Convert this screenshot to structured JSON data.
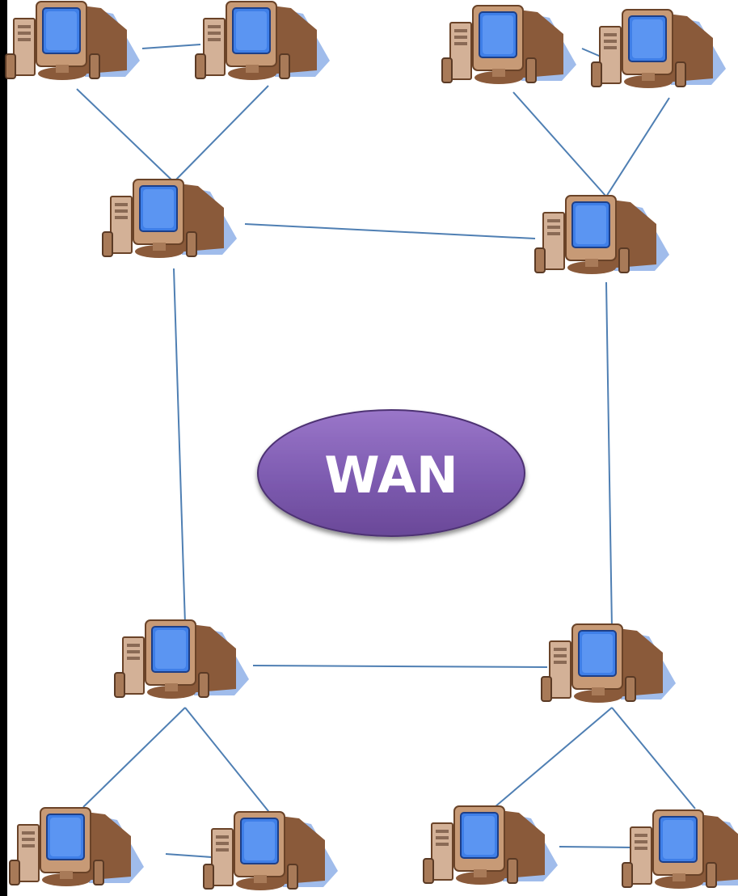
{
  "diagram": {
    "center_label": "WAN",
    "colors": {
      "link": "#4f7fb3",
      "wan_fill_top": "#9a76c9",
      "wan_fill_bottom": "#6a4898",
      "wan_text": "#ffffff",
      "monitor_body": "#a87a58",
      "screen": "#3f7fe8",
      "shadow": "#8fb0e8",
      "border": "#000000"
    },
    "nodes": [
      {
        "id": "c1",
        "icon": "desktop-computer-icon"
      },
      {
        "id": "c2",
        "icon": "desktop-computer-icon"
      },
      {
        "id": "c3",
        "icon": "desktop-computer-icon"
      },
      {
        "id": "c4",
        "icon": "desktop-computer-icon"
      },
      {
        "id": "c5",
        "icon": "desktop-computer-icon"
      },
      {
        "id": "c6",
        "icon": "desktop-computer-icon"
      },
      {
        "id": "c7",
        "icon": "desktop-computer-icon"
      },
      {
        "id": "c8",
        "icon": "desktop-computer-icon"
      },
      {
        "id": "c9",
        "icon": "desktop-computer-icon"
      },
      {
        "id": "c10",
        "icon": "desktop-computer-icon"
      },
      {
        "id": "c11",
        "icon": "desktop-computer-icon"
      },
      {
        "id": "c12",
        "icon": "desktop-computer-icon"
      }
    ],
    "links": [
      {
        "from": "c1",
        "to": "c2"
      },
      {
        "from": "c1",
        "to": "c3"
      },
      {
        "from": "c2",
        "to": "c3"
      },
      {
        "from": "c4",
        "to": "c5"
      },
      {
        "from": "c4",
        "to": "c6"
      },
      {
        "from": "c5",
        "to": "c6"
      },
      {
        "from": "c3",
        "to": "c6"
      },
      {
        "from": "c3",
        "to": "c7"
      },
      {
        "from": "c6",
        "to": "c8"
      },
      {
        "from": "c7",
        "to": "c8"
      },
      {
        "from": "c7",
        "to": "c9"
      },
      {
        "from": "c7",
        "to": "c10"
      },
      {
        "from": "c9",
        "to": "c10"
      },
      {
        "from": "c8",
        "to": "c11"
      },
      {
        "from": "c8",
        "to": "c12"
      },
      {
        "from": "c11",
        "to": "c12"
      }
    ]
  }
}
